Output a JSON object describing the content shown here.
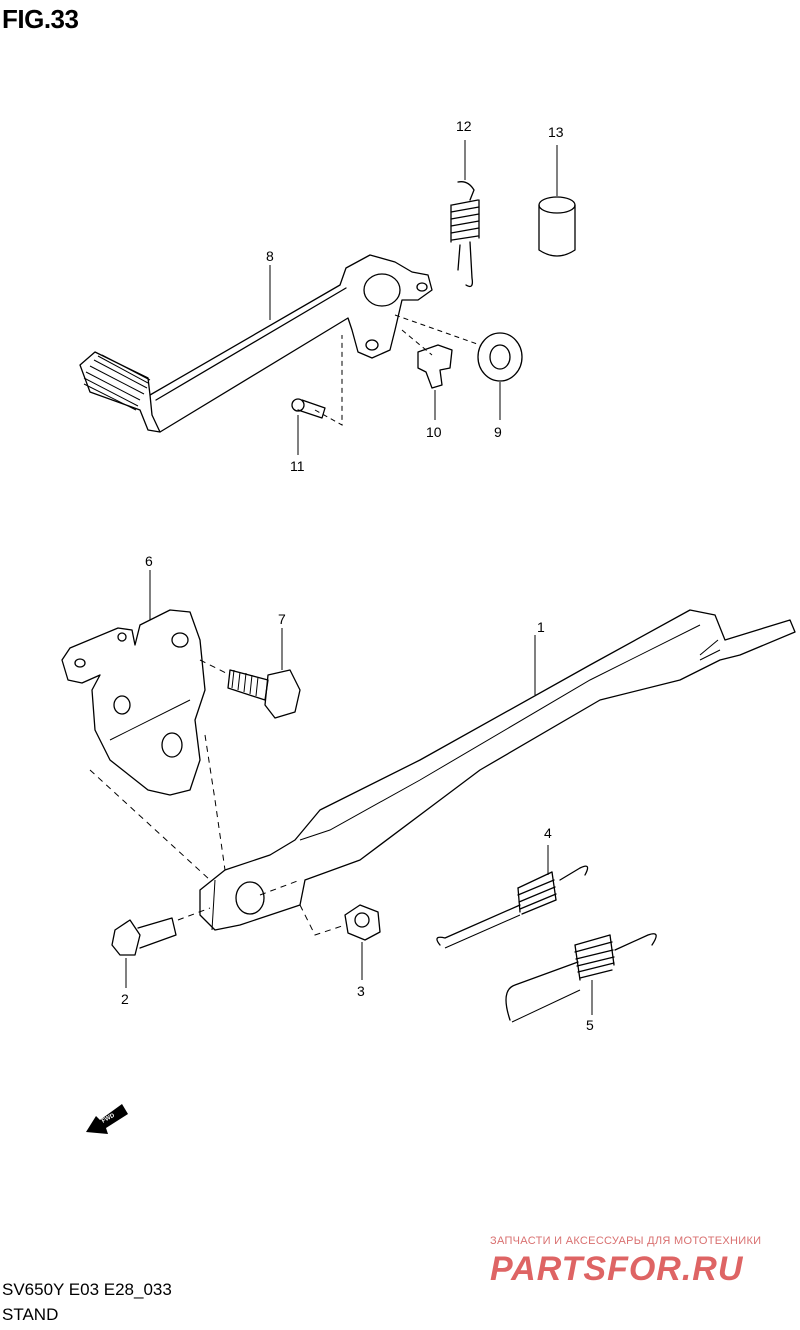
{
  "figure": {
    "title": "FIG.33",
    "model_code": "SV650Y E03 E28_033",
    "section_name": "STAND"
  },
  "callouts": [
    {
      "id": "1"
    },
    {
      "id": "2"
    },
    {
      "id": "3"
    },
    {
      "id": "4"
    },
    {
      "id": "5"
    },
    {
      "id": "6"
    },
    {
      "id": "7"
    },
    {
      "id": "8"
    },
    {
      "id": "9"
    },
    {
      "id": "10"
    },
    {
      "id": "11"
    },
    {
      "id": "12"
    },
    {
      "id": "13"
    }
  ],
  "direction_marker": {
    "icon": "fwd-arrow-icon",
    "label": "FWD"
  },
  "watermark": {
    "tagline": "ЗАПЧАСТИ И АКСЕССУАРЫ ДЛЯ МОТОТЕХНИКИ",
    "logo_text": "PARTSFOR.RU",
    "color": "#d94a4a"
  }
}
